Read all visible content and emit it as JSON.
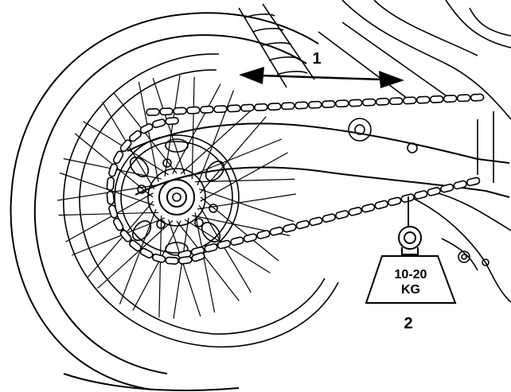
{
  "diagram": {
    "callouts": {
      "slack_label": "1",
      "weight_label": "2"
    },
    "weight": {
      "line1": "10-20",
      "line2": "KG"
    },
    "colors": {
      "line": "#000000",
      "background": "#ffffff"
    },
    "icons": {
      "slack_arrow": "double-arrow-icon",
      "weight": "weight-icon"
    }
  }
}
